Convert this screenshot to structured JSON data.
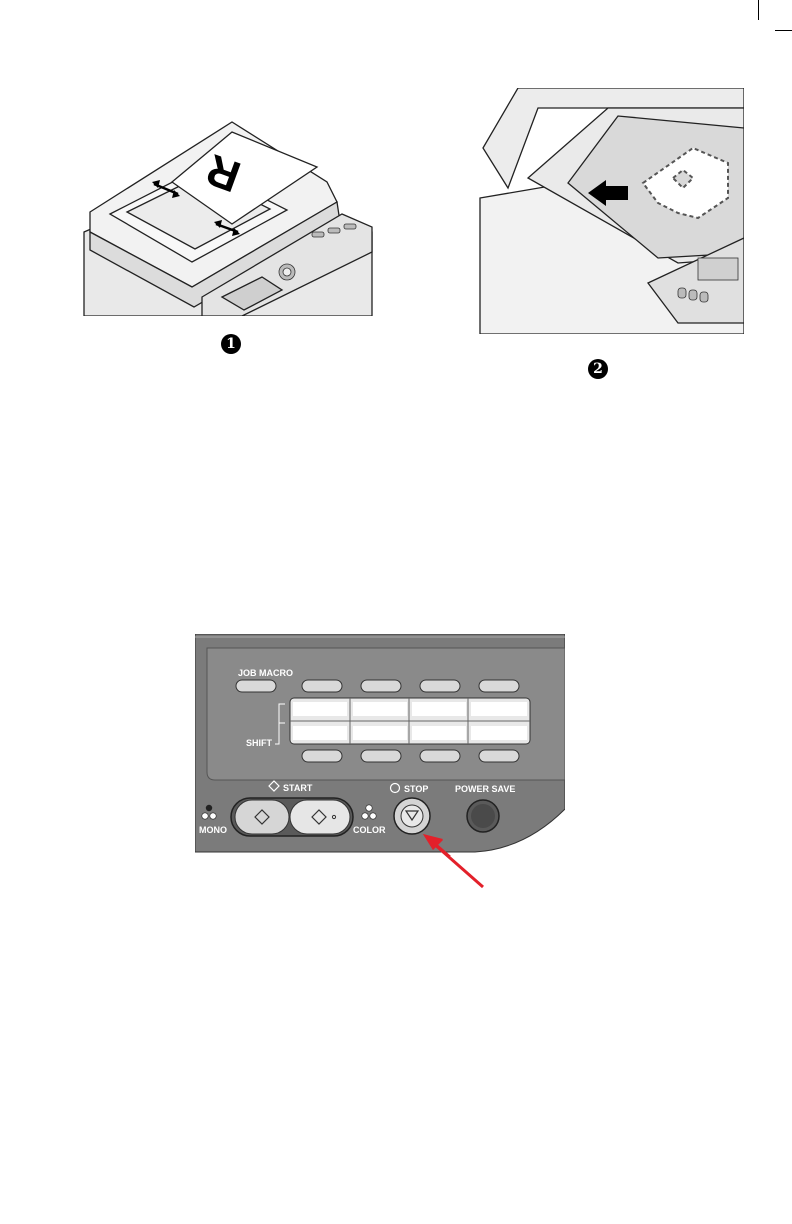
{
  "figures": [
    {
      "number": "1"
    },
    {
      "number": "2"
    }
  ],
  "panel": {
    "job_macro_label": "JOB MACRO",
    "shift_label": "SHIFT",
    "start_label": "START",
    "stop_label": "STOP",
    "power_save_label": "POWER SAVE",
    "mono_label": "MONO",
    "color_label": "COLOR"
  },
  "colors": {
    "panel_gray": "#7b7b7b",
    "panel_light": "#d8d8d8",
    "arrow_red": "#e3202a"
  }
}
